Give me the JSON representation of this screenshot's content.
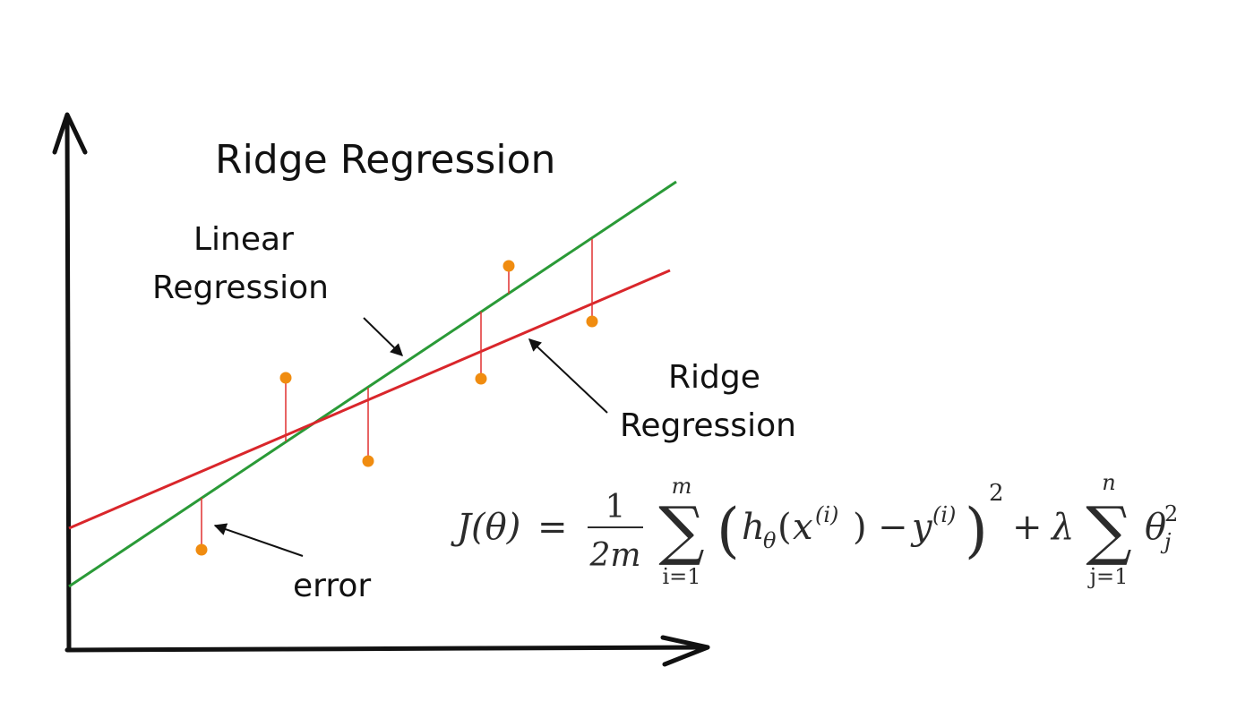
{
  "title": "Ridge Regression",
  "labels": {
    "linear_line1": "Linear",
    "linear_line2": "Regression",
    "ridge_line1": "Ridge",
    "ridge_line2": "Regression",
    "error": "error"
  },
  "colors": {
    "linear_line": "#2a9a37",
    "ridge_line": "#d9262b",
    "points": "#f08c10",
    "residuals": "#e03030",
    "ink": "#111111"
  },
  "formula": {
    "lhs": "J(θ)",
    "equals": "=",
    "frac_num": "1",
    "frac_den": "2m",
    "sum1_upper": "m",
    "sum1_lower": "i=1",
    "sum_symbol": "∑",
    "paren_open": "(",
    "paren_close": ")",
    "h": "h",
    "theta_sub": "θ",
    "x_open": "(",
    "x": "x",
    "sup_i": "(i)",
    "x_close": ")",
    "minus": "−",
    "y": "y",
    "square": "2",
    "plus": "+",
    "lambda": "λ",
    "sum2_upper": "n",
    "sum2_lower": "j=1",
    "theta": "θ",
    "theta_sup": "2",
    "theta_sub_j": "j"
  }
}
